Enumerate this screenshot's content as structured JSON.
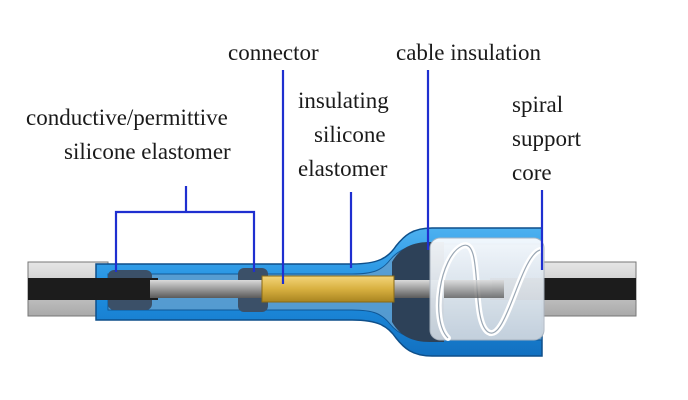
{
  "labels": {
    "connector": "connector",
    "cable_insulation": "cable insulation",
    "conductive_line1": "conductive/permittive",
    "conductive_line2": "silicone elastomer",
    "insulating_line1": "insulating",
    "insulating_line2": "silicone",
    "insulating_line3": "elastomer",
    "spiral_line1": "spiral",
    "spiral_line2": "support",
    "spiral_line3": "core"
  },
  "colors": {
    "leader_line": "#1f2fd0",
    "outer_sheath": "#bfbfbf",
    "insulating_elastomer": "#1e8ee0",
    "conductive_elastomer": "#3b5068",
    "connector": "#d8b040",
    "conductor": "#1c1c1c",
    "spiral_core": "#e9eef3"
  }
}
